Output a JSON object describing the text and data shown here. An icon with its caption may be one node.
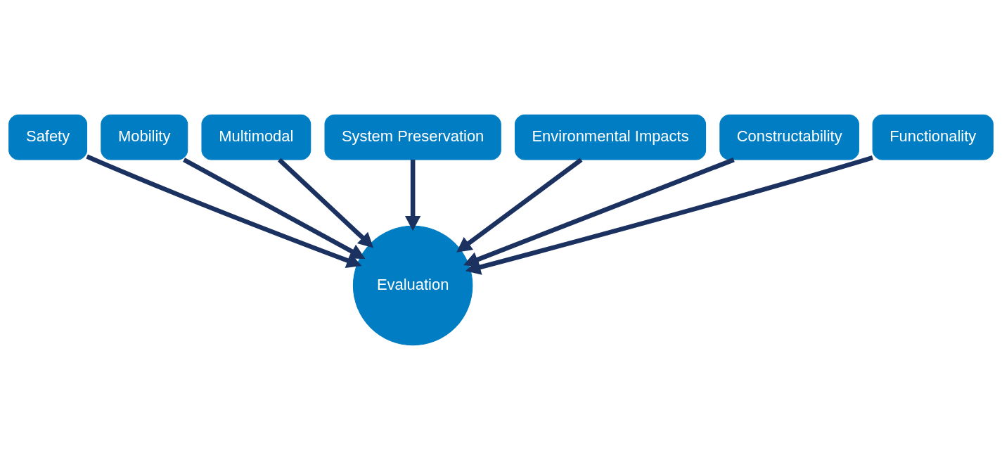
{
  "diagram": {
    "nodes": [
      {
        "text": [
          "System Preservation"
        ]
      },
      {
        "text": [
          "Multimodal"
        ]
      },
      {
        "text": [
          "Environmental Impacts"
        ]
      },
      {
        "text": [
          "Mobility"
        ]
      },
      {
        "text": [
          "Constructability"
        ]
      },
      {
        "text": [
          "Safety"
        ]
      },
      {
        "text": [
          "Functionality"
        ]
      },
      {
        "text": [
          "Evaluation"
        ]
      }
    ],
    "edges": [
      {
        "from": 5,
        "to": 7,
        "arrow": "to"
      },
      {
        "from": 3,
        "to": 7,
        "arrow": "to"
      },
      {
        "from": 1,
        "to": 7,
        "arrow": "to"
      },
      {
        "from": 0,
        "to": 7,
        "arrow": "to"
      },
      {
        "from": 2,
        "to": 7,
        "arrow": "to"
      },
      {
        "from": 4,
        "to": 7,
        "arrow": "to"
      },
      {
        "from": 6,
        "to": 7,
        "arrow": "to"
      }
    ]
  }
}
